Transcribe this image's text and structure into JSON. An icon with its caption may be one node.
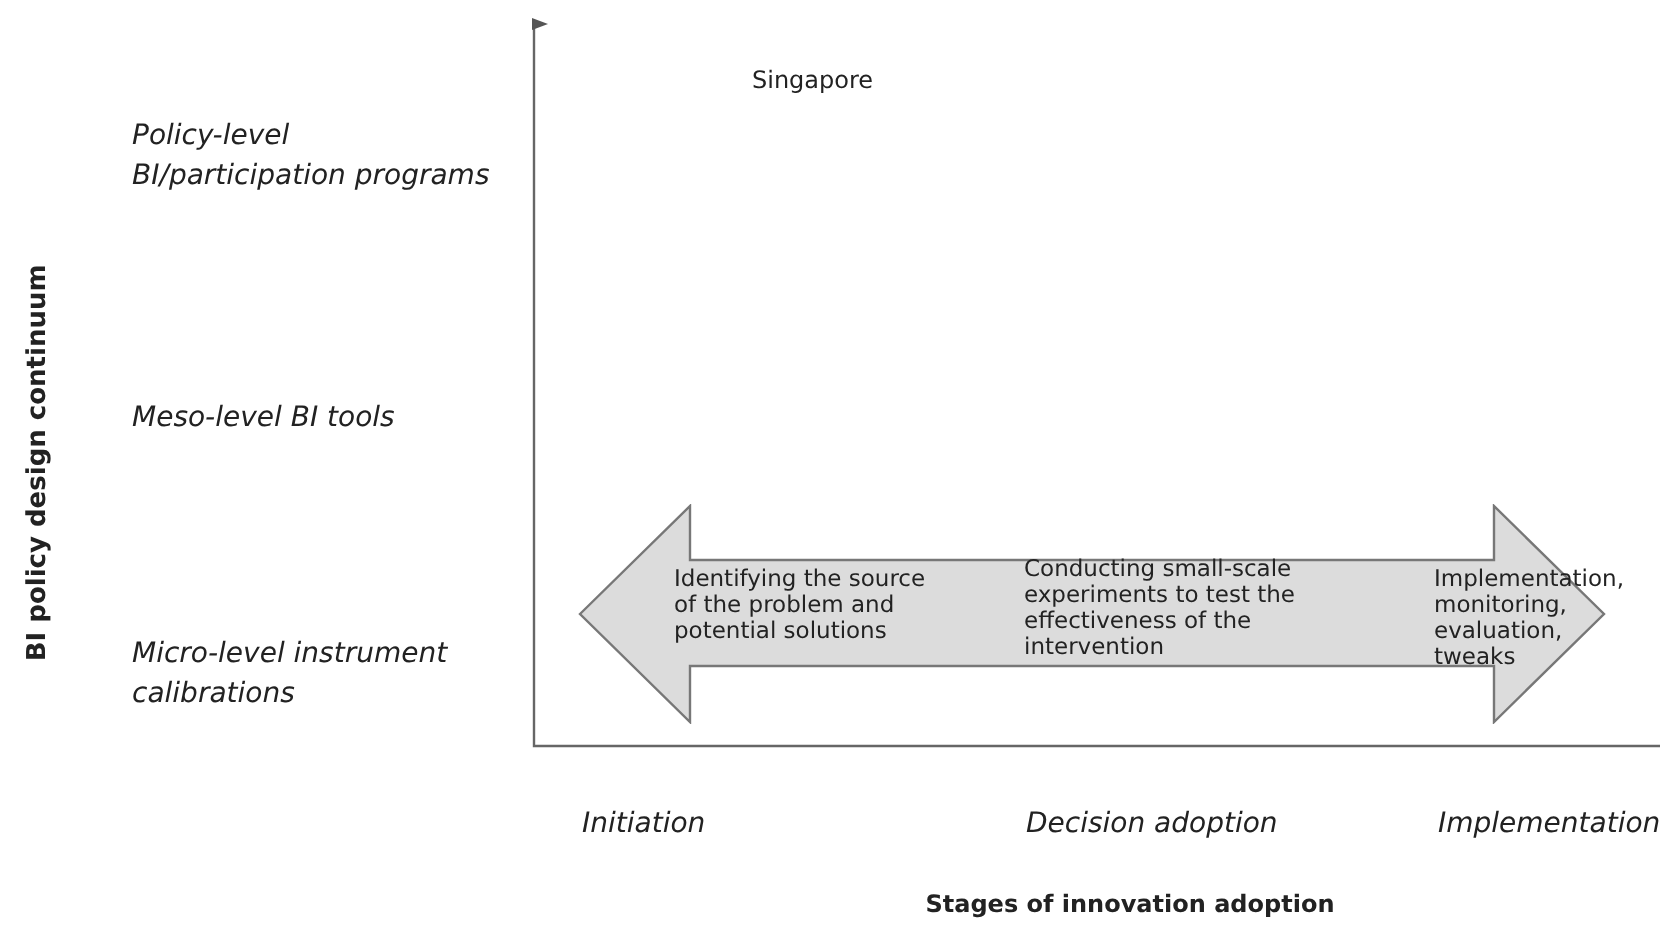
{
  "diagram": {
    "nodes": [
      {
        "text": [
          "Identifying the source of the problem and potential solutions",
          "Conducting small-scale experiments to test the effectiveness of the intervention",
          "Implementation, monitoring, evaluation, tweaks"
        ]
      }
    ],
    "edges": [],
    "labels": [
      "Singapore",
      "Policy-level BI/participation programs",
      "Meso-level BI tools",
      "BI policy design continuum",
      "Micro-level instrument calibrations",
      "Initiation",
      "Decision adoption",
      "Implementation",
      "Stages of innovation adoption"
    ]
  }
}
